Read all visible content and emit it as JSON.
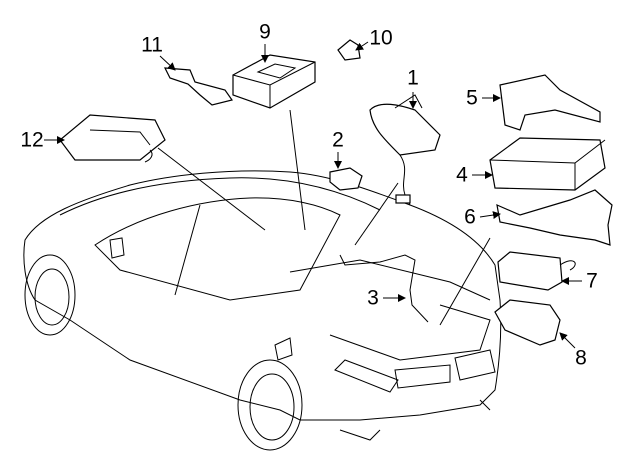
{
  "diagram": {
    "callouts": [
      {
        "id": "1",
        "label": "1"
      },
      {
        "id": "2",
        "label": "2"
      },
      {
        "id": "3",
        "label": "3"
      },
      {
        "id": "4",
        "label": "4"
      },
      {
        "id": "5",
        "label": "5"
      },
      {
        "id": "6",
        "label": "6"
      },
      {
        "id": "7",
        "label": "7"
      },
      {
        "id": "8",
        "label": "8"
      },
      {
        "id": "9",
        "label": "9"
      },
      {
        "id": "10",
        "label": "10"
      },
      {
        "id": "11",
        "label": "11"
      },
      {
        "id": "12",
        "label": "12"
      }
    ],
    "line_color": "#000000",
    "background": "#ffffff"
  }
}
